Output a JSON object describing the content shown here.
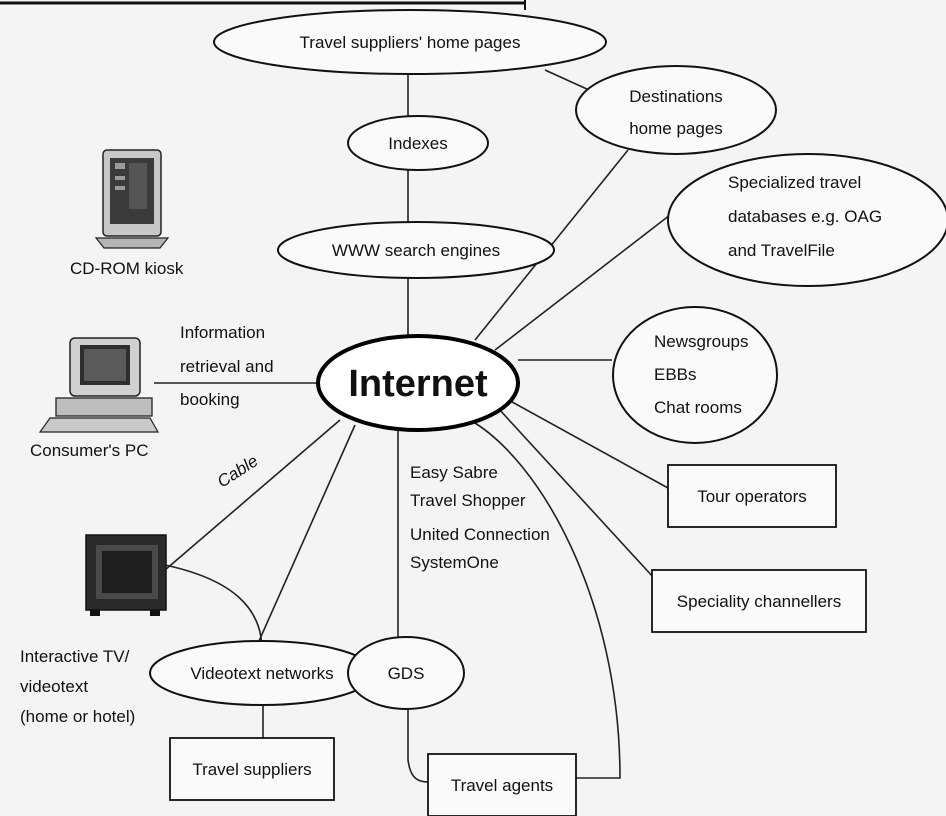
{
  "nodes": {
    "travel_suppliers_home": "Travel suppliers' home pages",
    "destinations": [
      "Destinations",
      "home pages"
    ],
    "indexes": "Indexes",
    "specialized": [
      "Specialized travel",
      "databases e.g. OAG",
      "and TravelFile"
    ],
    "search_engines": "WWW search engines",
    "cd_rom": "CD-ROM kiosk",
    "info_retrieval": [
      "Information",
      "retrieval and",
      "booking"
    ],
    "internet": "Internet",
    "newsgroups": [
      "Newsgroups",
      "EBBs",
      "Chat rooms"
    ],
    "consumers_pc": "Consumer's PC",
    "cable": "Cable",
    "gds_list": [
      "Easy Sabre",
      "Travel Shopper",
      "United Connection",
      "SystemOne"
    ],
    "tour_operators": "Tour operators",
    "speciality": "Speciality channellers",
    "interactive_tv": [
      "Interactive TV/",
      "videotext",
      "(home or hotel)"
    ],
    "videotext_networks": "Videotext networks",
    "gds": "GDS",
    "travel_suppliers": "Travel suppliers",
    "travel_agents": "Travel agents"
  },
  "colors": {
    "ink": "#111111",
    "background": "#f4f4f4"
  },
  "icons": [
    "cd-rom-kiosk-icon",
    "consumer-pc-icon",
    "interactive-tv-icon"
  ]
}
